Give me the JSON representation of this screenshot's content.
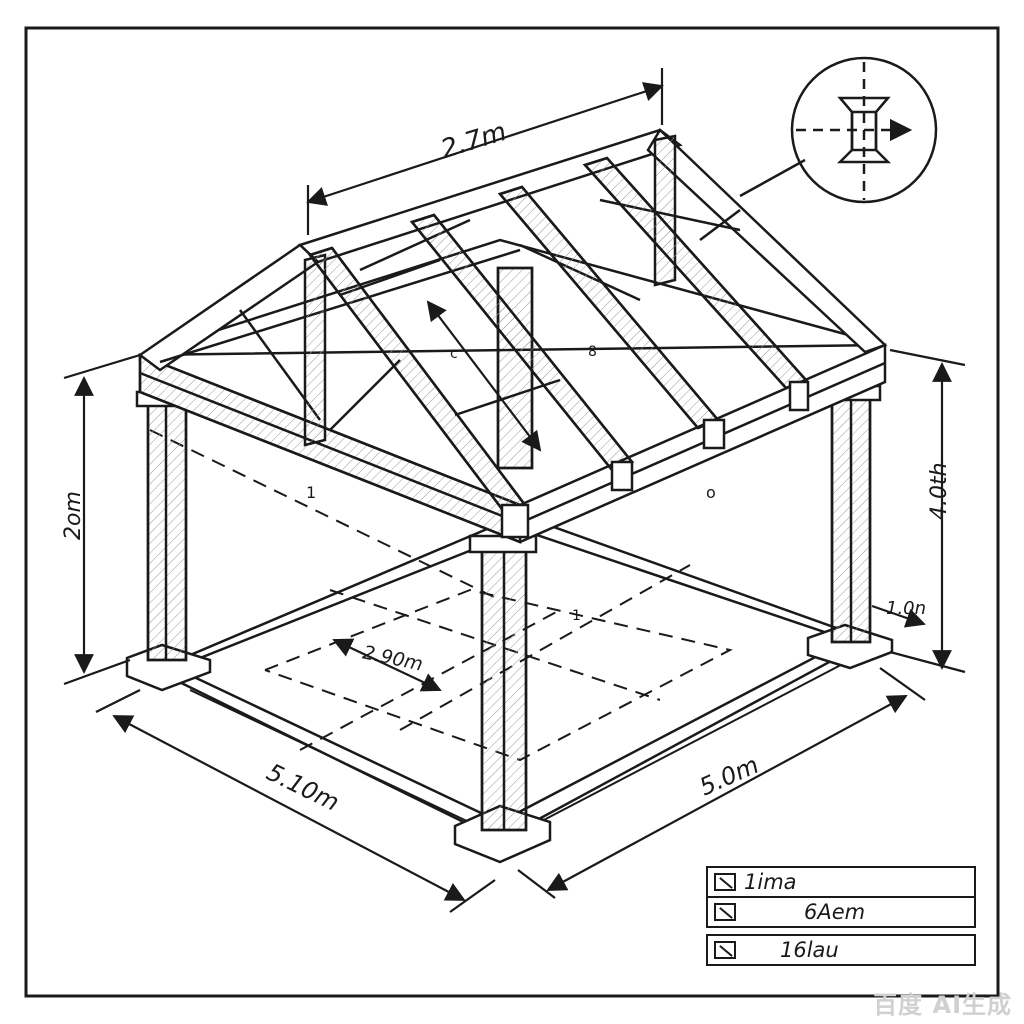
{
  "dimensions": {
    "ridge_length": "2.7m",
    "left_height": "2om",
    "right_height": "4.0th",
    "footing_offset": "1.0n",
    "front_left_length": "5.10m",
    "front_right_length": "5.0m",
    "inner_span": "2.90m",
    "beam_mark_left": "1",
    "beam_mark_right": "o",
    "rafter_mark_1": "c",
    "rafter_mark_2": "8",
    "floor_mark": "1"
  },
  "legend": {
    "row1": "1ima",
    "row2": "6Aem",
    "row3": "16lau"
  },
  "watermark": "百度 AI生成"
}
